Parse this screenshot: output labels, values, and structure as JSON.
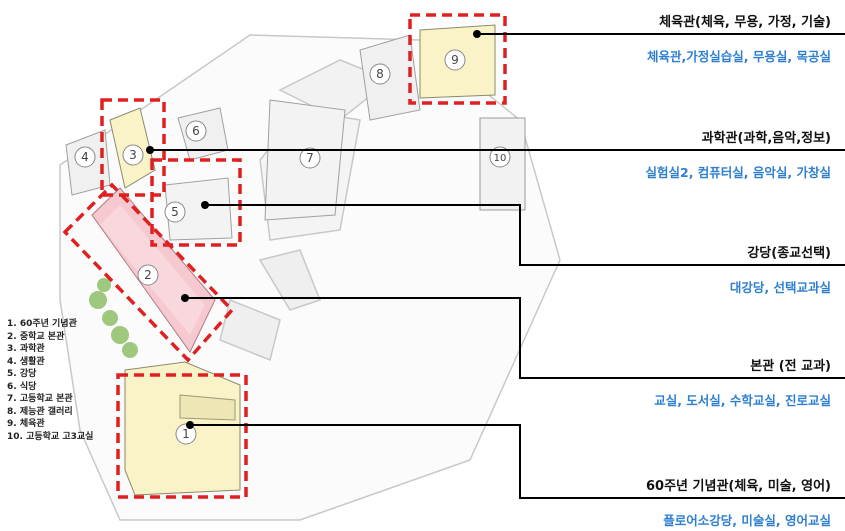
{
  "legend": [
    "1. 60주년 기념관",
    "2. 중학교 본관",
    "3. 과학관",
    "4. 생활관",
    "5. 강당",
    "6. 식당",
    "7. 고등학교 본관",
    "8. 제능관 갤러리",
    "9. 체육관",
    "10. 고등학교 고3교실"
  ],
  "building_numbers": [
    "1",
    "2",
    "3",
    "4",
    "5",
    "6",
    "7",
    "8",
    "9",
    "10"
  ],
  "labels": [
    {
      "title": "체육관(체육, 무용, 가정, 기술)",
      "subtitle": "체육관,가정실습실, 무용실, 목공실"
    },
    {
      "title": "과학관(과학,음악,정보)",
      "subtitle": "실험실2, 컴퓨터실, 음악실, 가창실"
    },
    {
      "title": "강당(종교선택)",
      "subtitle": "대강당, 선택교과실"
    },
    {
      "title": "본관 (전 교과)",
      "subtitle": "교실, 도서실, 수학교실, 진로교실"
    },
    {
      "title": "60주년 기념관(체육, 미술, 영어)",
      "subtitle": "플로어소강당, 미술실, 영어교실"
    }
  ],
  "colors": {
    "highlight_box": "#e02020",
    "subtitle": "#2f7fd0",
    "leader_line": "#000000",
    "building_fill": "#fbf3c8",
    "main_building": "#f6c8cf",
    "trees": "#8fc06a"
  }
}
